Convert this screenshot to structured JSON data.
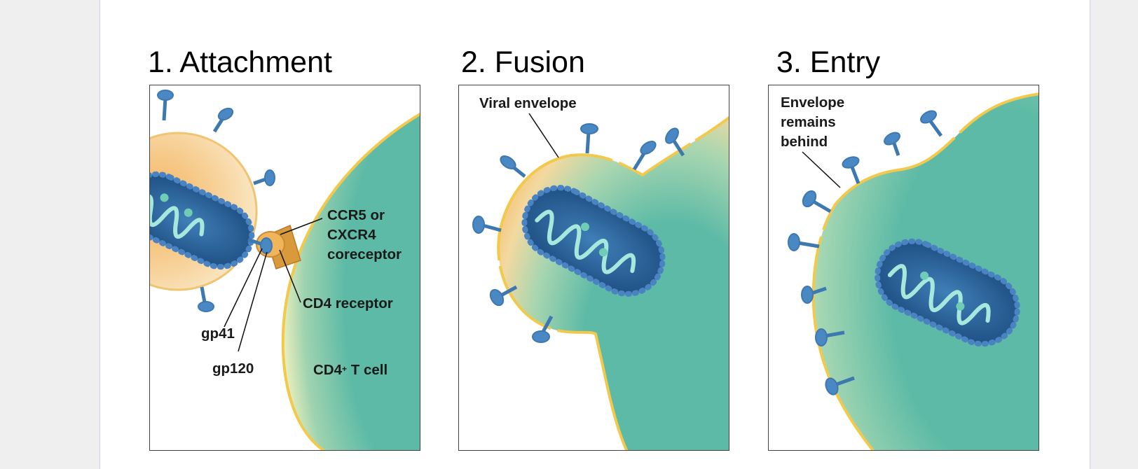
{
  "panels": [
    {
      "title": "1. Attachment",
      "labels": {
        "ccr5_line1": "CCR5 or",
        "ccr5_line2": "CXCR4",
        "ccr5_line3": "coreceptor",
        "cd4_receptor": "CD4 receptor",
        "gp41": "gp41",
        "gp120": "gp120",
        "t_cell_prefix": "CD4",
        "t_cell_sup": "+",
        "t_cell_suffix": " T cell"
      }
    },
    {
      "title": "2. Fusion",
      "labels": {
        "viral_envelope": "Viral envelope"
      }
    },
    {
      "title": "3. Entry",
      "labels": {
        "envelope_line1": "Envelope",
        "envelope_line2": "remains",
        "envelope_line3": "behind"
      }
    }
  ],
  "colors": {
    "cell_fill": "#5cbaa6",
    "cell_membrane": "#f2c94c",
    "virus_envelope": "#f7d79a",
    "capsid": "#2b5d91",
    "capsid_bead": "#4a83c2",
    "rna": "#a6e8dc",
    "spike": "#3d78b0",
    "receptor": "#d99a3b"
  }
}
